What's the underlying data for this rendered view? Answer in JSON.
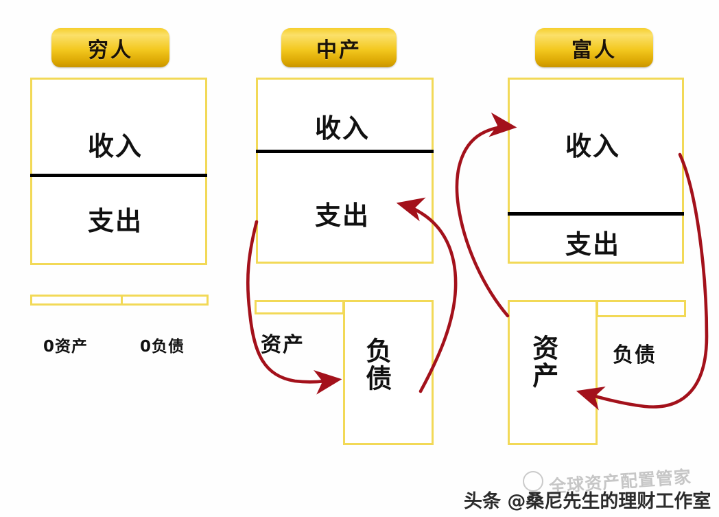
{
  "diagram": {
    "title_hidden": "",
    "colors": {
      "box_border": "#f2d957",
      "badge_gold_light": "#fbe06a",
      "badge_gold_dark": "#c89400",
      "divider_black": "#000000",
      "arrow_red": "#a3111b",
      "background": "#fefefe"
    },
    "columns": [
      {
        "id": "poor",
        "badge_label": "穷人",
        "income_label": "收入",
        "expense_label": "支出",
        "asset_label": "0资产",
        "liability_label": "0负债",
        "asset_is_flat": true,
        "liability_is_flat": true
      },
      {
        "id": "middle",
        "badge_label": "中产",
        "income_label": "收入",
        "expense_label": "支出",
        "asset_label": "资产",
        "liability_label": "负债",
        "asset_is_flat": true,
        "liability_is_flat": false
      },
      {
        "id": "rich",
        "badge_label": "富人",
        "income_label": "收入",
        "expense_label": "支出",
        "asset_label": "资产",
        "liability_label": "负债",
        "asset_is_flat": false,
        "liability_is_flat": true
      }
    ],
    "arrows": [
      {
        "id": "middle-expense-to-liability",
        "from": "支出",
        "to": "负债",
        "color": "#a3111b"
      },
      {
        "id": "middle-liability-to-expense",
        "from": "负债",
        "to": "支出",
        "color": "#a3111b"
      },
      {
        "id": "rich-asset-to-income",
        "from": "资产",
        "to": "收入",
        "color": "#a3111b"
      },
      {
        "id": "rich-income-to-asset",
        "from": "收入",
        "to": "资产",
        "color": "#a3111b"
      }
    ]
  },
  "watermark": {
    "main_text": "头条 @桑尼先生的理财工作室",
    "ghost_text": "全球资产配置管家"
  }
}
